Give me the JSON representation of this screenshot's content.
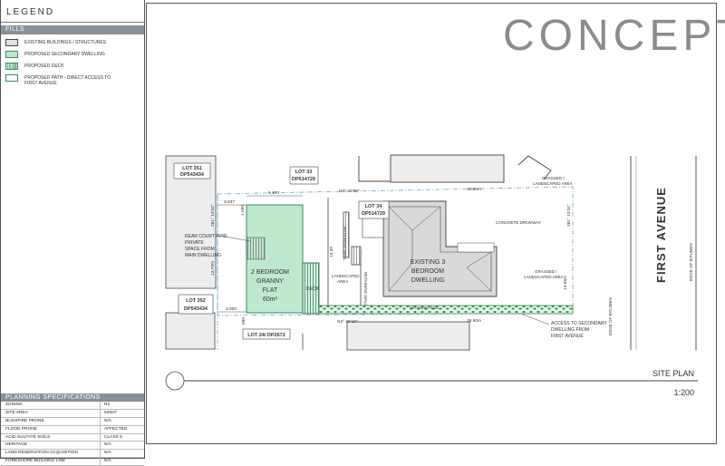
{
  "legend": {
    "title": "LEGEND",
    "fills_label": "FILLS",
    "items": [
      {
        "label": "EXISTING BUILDINGS / STRUCTURES",
        "color": "#e3e3e3"
      },
      {
        "label": "PROPOSED SECONDARY DWELLING",
        "color": "#bfe8cf"
      },
      {
        "label": "PROPOSED DECK",
        "color": "#3a8a5a"
      },
      {
        "label": "PROPOSED PATH - DIRECT ACCESS TO FIRST AVENUE",
        "color": "#2f8f4f"
      }
    ]
  },
  "planning_specifications": {
    "title": "PLANNING SPECIFICATIONS",
    "rows": [
      {
        "key": "ZONING",
        "value": "R2"
      },
      {
        "key": "SITE AREA",
        "value": "546m²"
      },
      {
        "key": "BUSHFIRE PRONE",
        "value": "N/A"
      },
      {
        "key": "FLOOD PRONE",
        "value": "AFFECTED"
      },
      {
        "key": "ACID SULFATE SOILS",
        "value": "CLASS 5"
      },
      {
        "key": "HERITAGE",
        "value": "N/A"
      },
      {
        "key": "LAND RESERVATION ACQUISITION",
        "value": "N/A"
      },
      {
        "key": "FORESHORE BUILDING LINE",
        "value": "N/A"
      }
    ]
  },
  "header": {
    "concept_text": "CONCEPT"
  },
  "drawing": {
    "title": "SITE PLAN",
    "scale": "1:200",
    "street_name": "FIRST AVENUE",
    "lots": {
      "lot351": [
        "LOT 351",
        "DP543434"
      ],
      "lot33": [
        "LOT 33",
        "DP514729"
      ],
      "lot34": [
        "LOT 34",
        "DP514729"
      ],
      "lot352": [
        "LOT 352",
        "DP543434"
      ],
      "lot24": "LOT 24/ DP2672"
    },
    "granny_flat": [
      "2 BEDROOM",
      "GRANNY",
      "FLAT",
      "60m²"
    ],
    "existing_dwelling": [
      "EXISTING 3",
      "BEDROOM",
      "DWELLING"
    ],
    "deck_label": "DECK",
    "rear_courtyard": [
      "REAR COURTYARD",
      "PRIVATE",
      "SPACE FROM",
      "MAIN DWELLING"
    ],
    "access_note": [
      "ACCESS TO SECONDARY",
      "DWELLING FROM",
      "FIRST AVENUE"
    ],
    "grassed_top": [
      "GRASSED /",
      "LANDSCAPED AREA"
    ],
    "grassed_right": [
      "GRASSED /",
      "LANDSCAPED AREA"
    ],
    "landscaped_area": [
      "LANDSCAPED",
      "AREA"
    ],
    "concrete_driveway": "CONCRETE DRIVEWAY",
    "retaining_wall": "RETAINING WALL",
    "retaining_wall_2": "RETAINING WALL",
    "edge_bitumen": "EDGE OF BITUMEN",
    "edge_bitumen_2": "EDGE OF BITUMEN",
    "dims": {
      "d6370": "6.370",
      "d3037": "3.037",
      "d3000": "3.000",
      "d990": "990",
      "d1090": "1.090",
      "d1370": "13.70m",
      "d1355": "13.55m",
      "d1372": "13.72m",
      "bearing_top": "N3° 40'00\"",
      "length_top": "39.90m",
      "bearing_bottom": "N3° 36'10\"",
      "length_bottom": "39.90m",
      "bearing_left": "281° 13'34\"",
      "bearing_right": "281° 13'34\"",
      "d1330": "13.30",
      "path_label": "RETAINING WALL"
    }
  }
}
